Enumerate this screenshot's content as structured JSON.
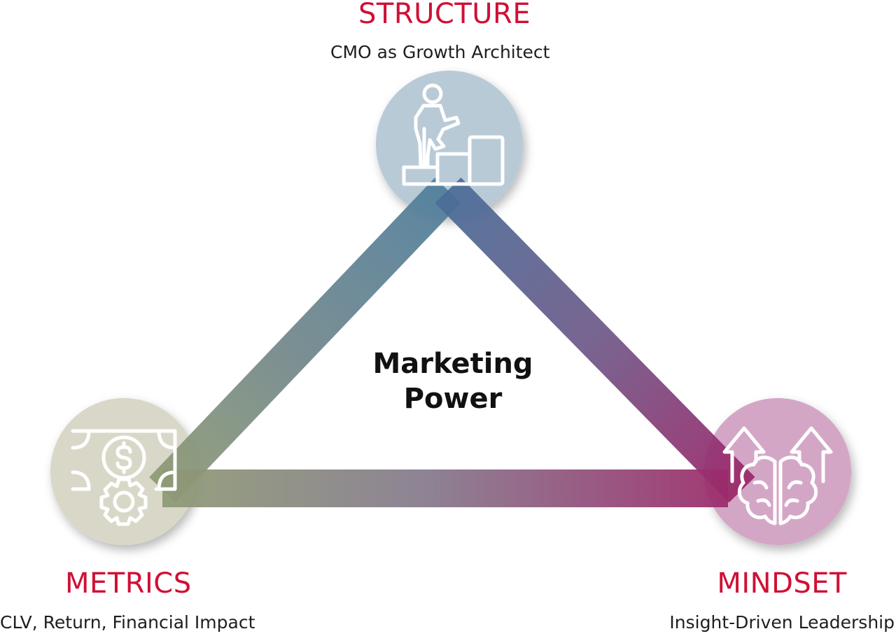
{
  "center": {
    "line1": "Marketing",
    "line2": "Power"
  },
  "nodes": {
    "structure": {
      "title": "STRUCTURE",
      "subtitle": "CMO as Growth Architect",
      "icon": "person-climbing-steps-icon",
      "circle_color": "#b9cad7"
    },
    "metrics": {
      "title": "METRICS",
      "subtitle": "CLV, Return, Financial Impact",
      "icon": "money-gear-icon",
      "circle_color": "#d9d8c8"
    },
    "mindset": {
      "title": "MINDSET",
      "subtitle": "Insight-Driven Leadership",
      "icon": "brain-arrows-icon",
      "circle_color": "#d4a6c6"
    }
  },
  "colors": {
    "accent": "#cf1035",
    "edge_structure": "#4f7d9b",
    "edge_metrics": "#8e9a74",
    "edge_mindset": "#9c2669"
  }
}
